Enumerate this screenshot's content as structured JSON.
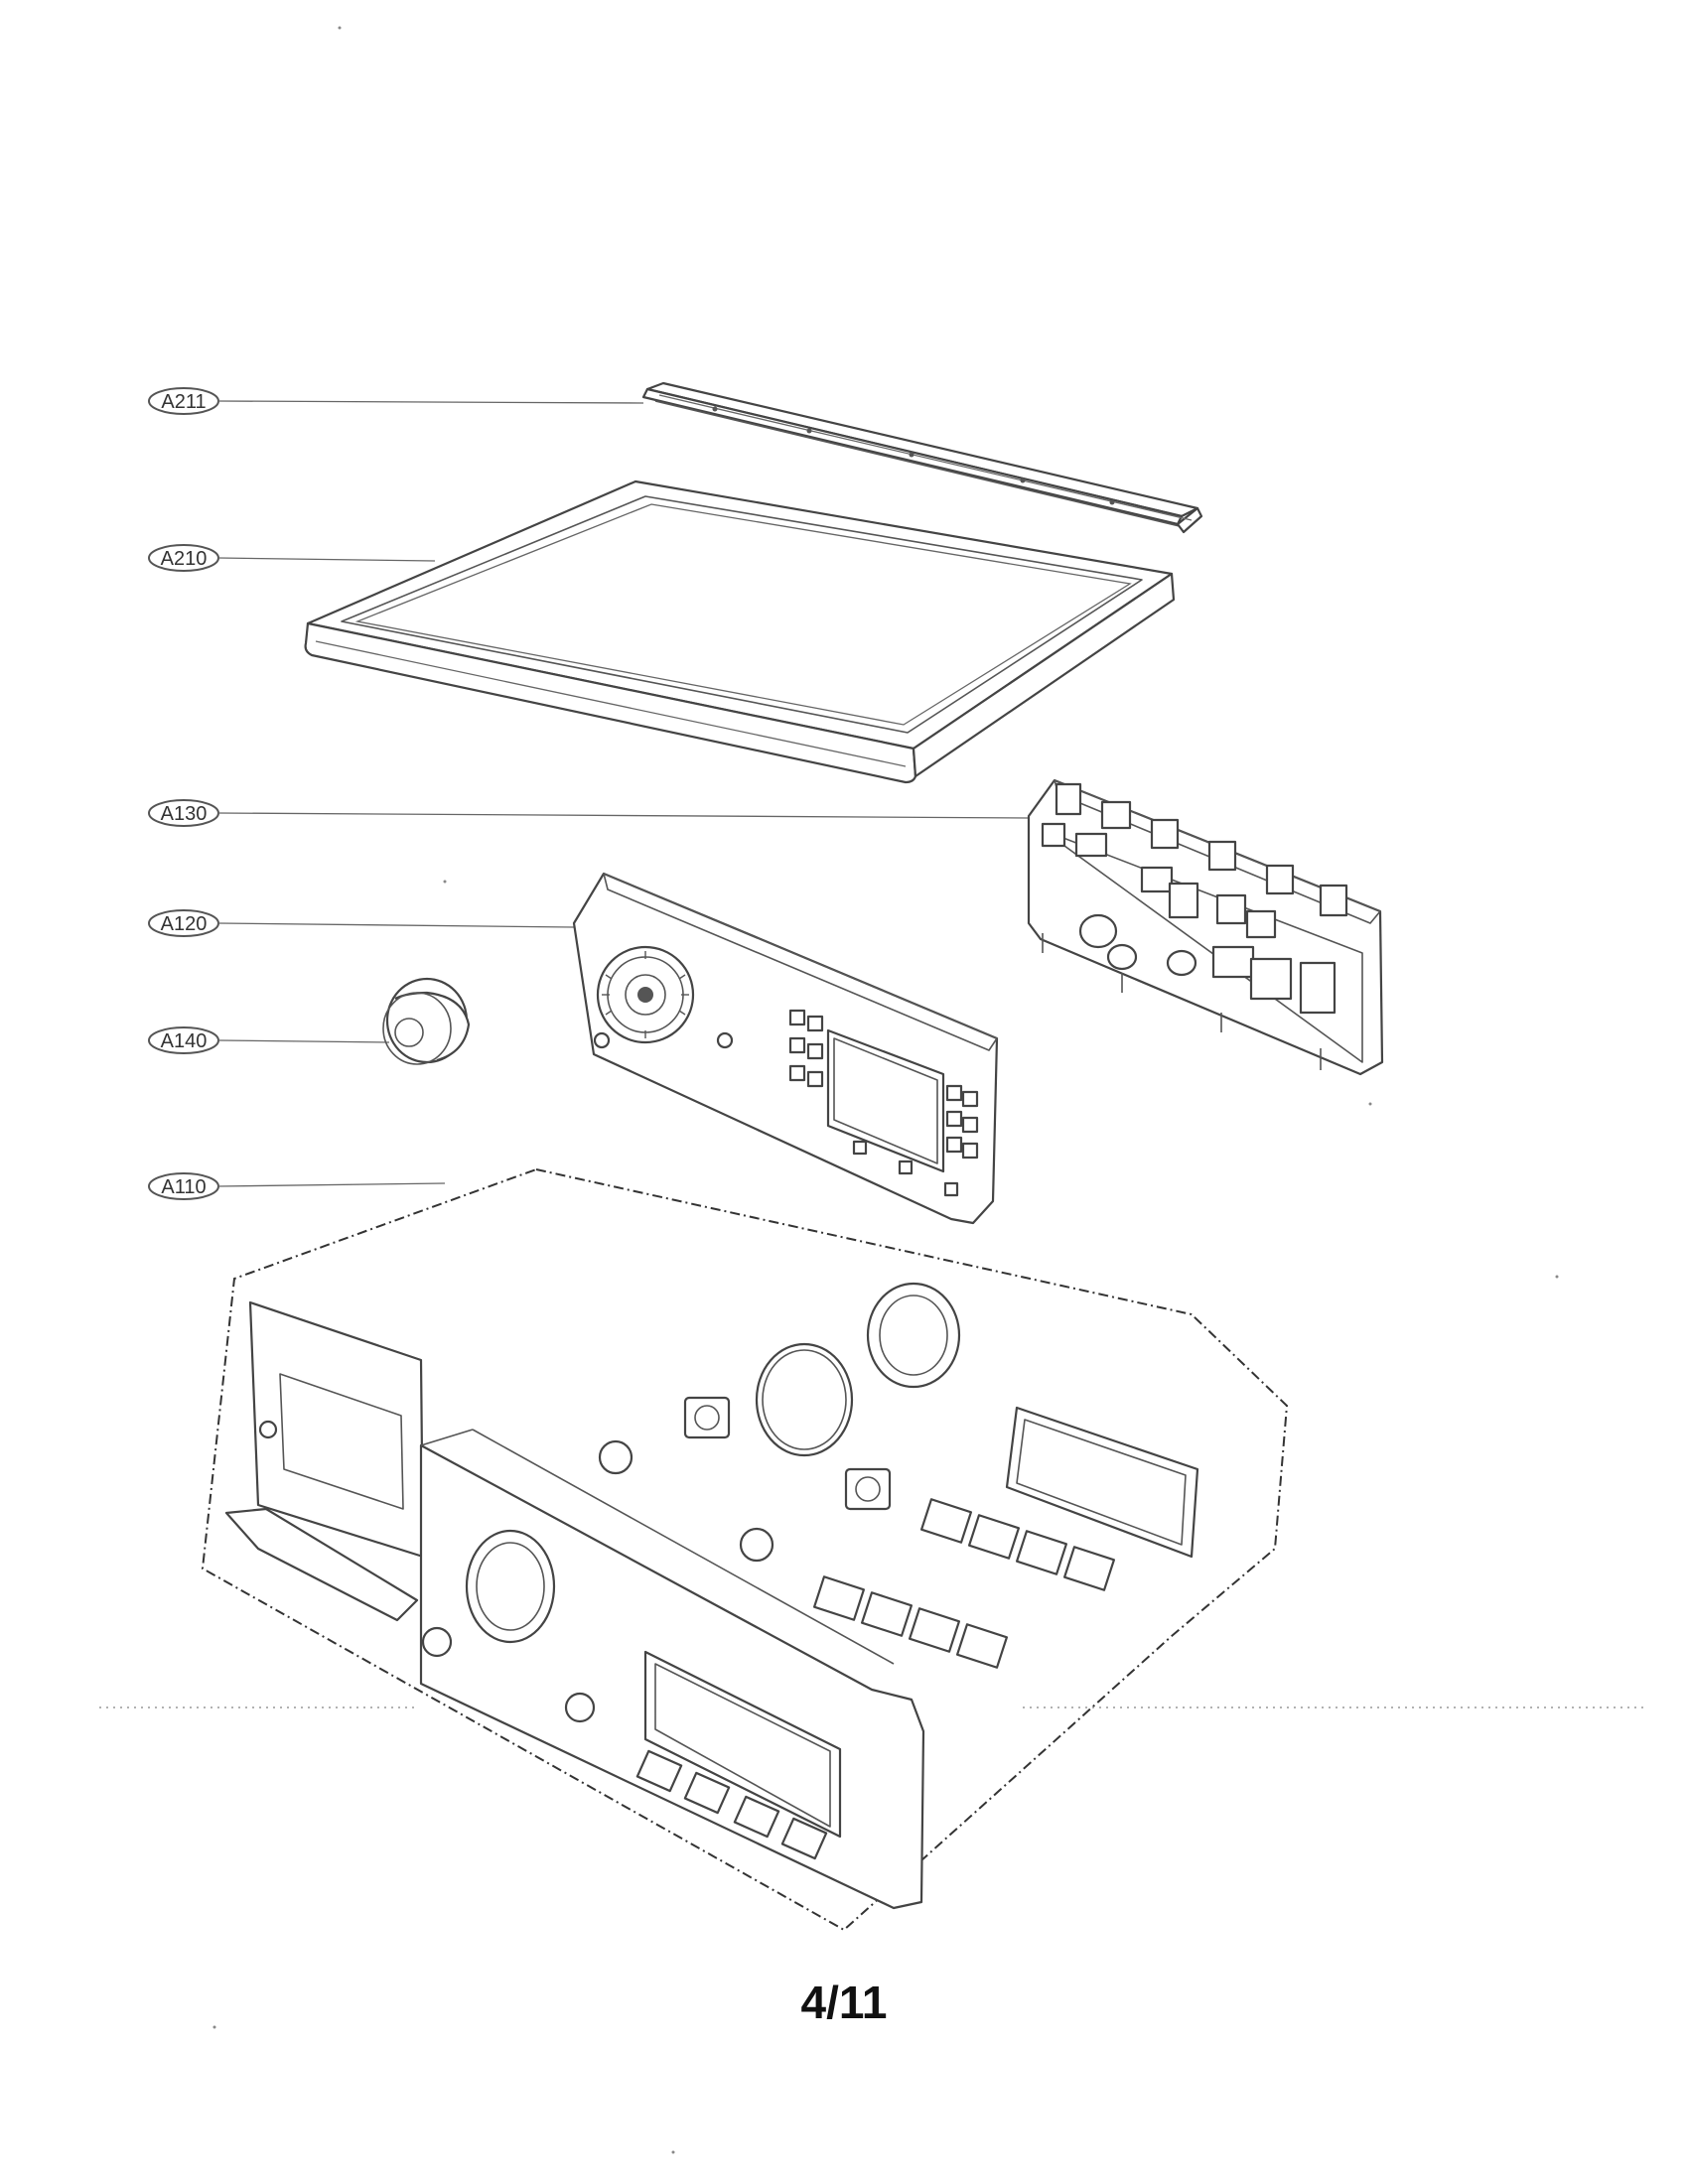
{
  "callouts": [
    {
      "label": "A211"
    },
    {
      "label": "A210"
    },
    {
      "label": "A130"
    },
    {
      "label": "A120"
    },
    {
      "label": "A140"
    },
    {
      "label": "A110"
    }
  ],
  "page_number": "4/11"
}
